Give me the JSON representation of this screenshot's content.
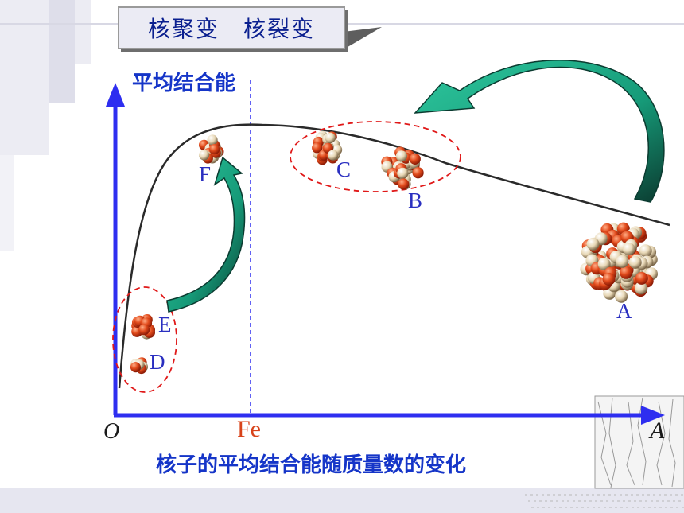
{
  "header": {
    "title": "核聚变　核裂变"
  },
  "axes": {
    "y_label": "平均结合能",
    "origin_label": "O",
    "x_label": "A",
    "fe_label": "Fe"
  },
  "caption": "核子的平均结合能随质量数的变化",
  "nuclei": [
    {
      "id": "D",
      "label": "D"
    },
    {
      "id": "E",
      "label": "E"
    },
    {
      "id": "F",
      "label": "F"
    },
    {
      "id": "C",
      "label": "C"
    },
    {
      "id": "B",
      "label": "B"
    },
    {
      "id": "A",
      "label": "A"
    }
  ],
  "colors": {
    "axis": "#2e2ef0",
    "curve": "#2a2a2a",
    "arrow_fill": "#1ea885",
    "arrow_shade": "#0b3b30",
    "dashed_ellipse": "#e01818",
    "proton": "#e24b1c",
    "neutron": "#e8d8b6",
    "label_text": "#2a2fc0"
  }
}
